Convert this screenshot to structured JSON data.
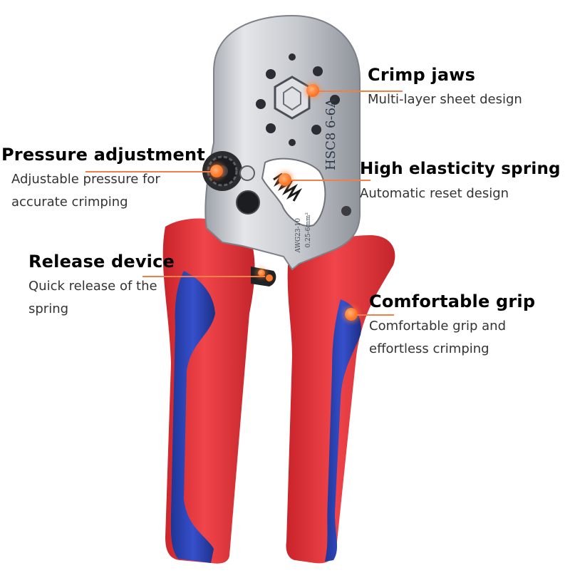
{
  "product": {
    "stamp_model": "HSC8  6-6A",
    "stamp_range": "0.25-6mm²",
    "stamp_awg": "AWG23-10"
  },
  "features": [
    {
      "title": "Crimp jaws",
      "desc": "Multi-layer sheet design"
    },
    {
      "title": "Pressure adjustment",
      "desc": "Adjustable pressure for accurate crimping"
    },
    {
      "title": "High elasticity spring",
      "desc": "Automatic reset design"
    },
    {
      "title": "Release device",
      "desc": "Quick release of the spring"
    },
    {
      "title": "Comfortable grip",
      "desc": "Comfortable grip and effortless crimping"
    }
  ],
  "colors": {
    "handle_red": "#ea3b3f",
    "handle_blue": "#2b44b8",
    "steel": "#c9ccd1",
    "marker_orange": "#ff7a2a",
    "leader_line": "#f07f4a"
  }
}
